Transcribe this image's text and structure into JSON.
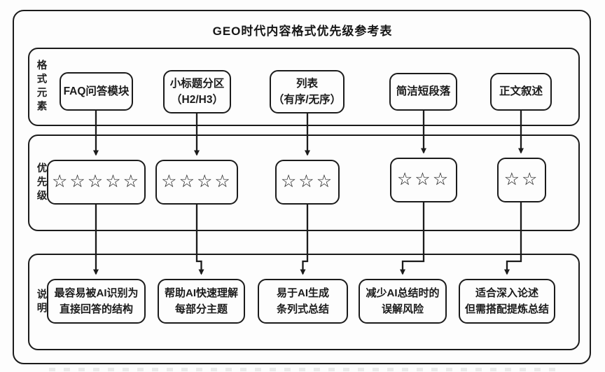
{
  "title": "GEO时代内容格式优先级参考表",
  "sections": {
    "format": {
      "label": "格式元素"
    },
    "priority": {
      "label": "优先级"
    },
    "notes": {
      "label": "说明"
    }
  },
  "columns": [
    {
      "format": "FAQ问答模块",
      "stars": 5,
      "stars_display": "☆☆☆☆☆",
      "note": "最容易被AI识别为\n直接回答的结构"
    },
    {
      "format": "小标题分区\n（H2/H3）",
      "stars": 4,
      "stars_display": "☆☆☆☆",
      "note": "帮助AI快速理解\n每部分主题"
    },
    {
      "format": "列表\n（有序/无序）",
      "stars": 3,
      "stars_display": "☆☆☆",
      "note": "易于AI生成\n条列式总结"
    },
    {
      "format": "简洁短段落",
      "stars": 3,
      "stars_display": "☆☆☆",
      "note": "减少AI总结时的\n误解风险"
    },
    {
      "format": "正文叙述",
      "stars": 2,
      "stars_display": "☆☆",
      "note": "适合深入论述\n但需搭配提炼总结"
    }
  ],
  "colors": {
    "stroke": "#1b1b1b",
    "background": "#fdfdfd"
  }
}
